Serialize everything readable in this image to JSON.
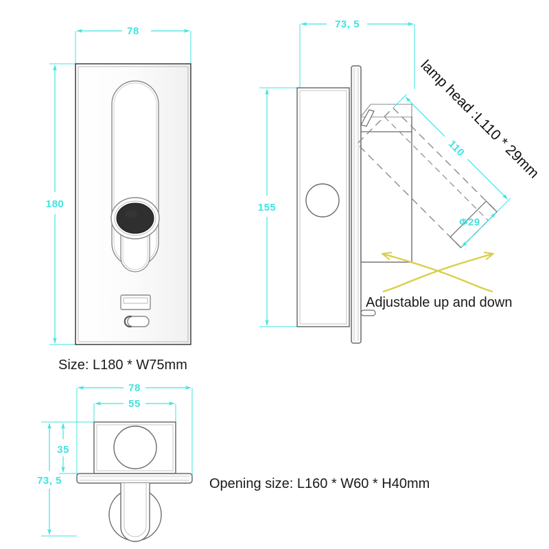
{
  "drawing": {
    "title": "Recessed wall reading lamp technical drawing",
    "colors": {
      "dimension": "#3ee3e0",
      "outline": "#6b6b6b",
      "outline_dark": "#4a4a4a",
      "hidden": "#8a8a8a",
      "arrow": "#d8cf4a",
      "lens_fill": "#2f2f2f",
      "background": "#ffffff"
    },
    "views": {
      "front": {
        "name": "front-view",
        "dimensions": {
          "width": "78",
          "height": "180"
        },
        "caption": "Size: L180 * W75mm",
        "features": [
          "lamp-slot",
          "lens-circle",
          "button-slot",
          "usb-a-port",
          "usb-c-port"
        ]
      },
      "side": {
        "name": "side-view",
        "dimensions": {
          "depth": "73, 5",
          "height": "155",
          "lamp_length": "110",
          "lamp_diameter": "Φ29"
        },
        "lamp_head_label": "lamp head :L110 * 29mm",
        "adjust_note": "Adjustable up and down",
        "features": [
          "faceplate",
          "body",
          "swivel-lamp-head",
          "rotation-arrow"
        ]
      },
      "top": {
        "name": "top-view",
        "dimensions": {
          "outer_width": "78",
          "inner_width": "55",
          "body_depth": "35",
          "total_depth": "73, 5"
        },
        "caption": "Opening size: L160 * W60 * H40mm",
        "features": [
          "housing",
          "knob-circle",
          "faceplate-edge",
          "swivel-boss"
        ]
      }
    }
  }
}
